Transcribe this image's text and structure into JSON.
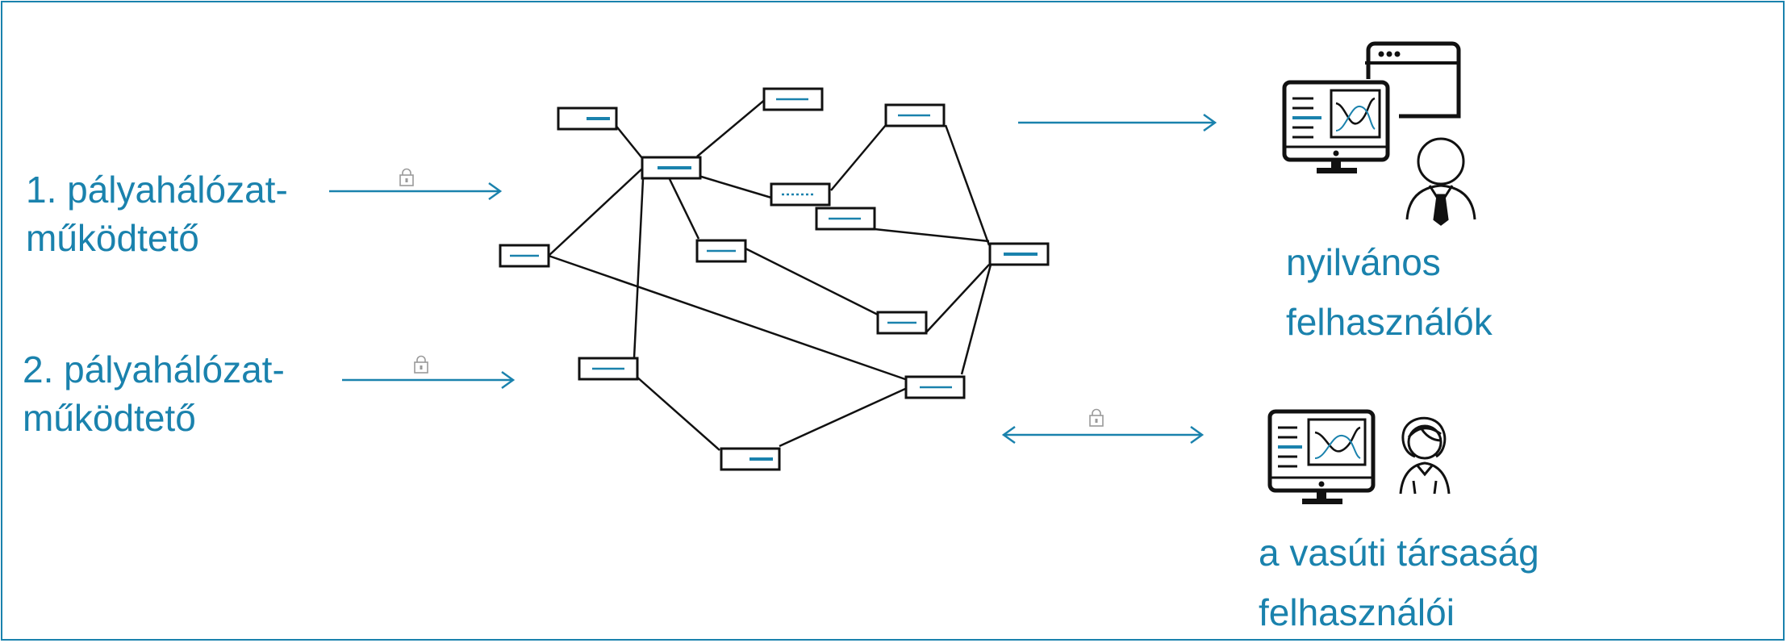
{
  "colors": {
    "accent": "#1a82ad",
    "line": "#111111",
    "lock": "#9a9a9a"
  },
  "left": {
    "operator1": {
      "line1": "1. pályahálózat-",
      "line2": "működtető"
    },
    "operator2": {
      "line1": "2. pályahálózat-",
      "line2": "működtető"
    }
  },
  "right": {
    "public_users": {
      "line1": "nyilvános",
      "line2": "felhasználók"
    },
    "railway_users": {
      "line1": "a vasúti társaság",
      "line2": "felhasználói"
    }
  },
  "icons": [
    "lock-icon",
    "arrow-right-icon",
    "arrow-both-icon",
    "monitor-icon",
    "browser-window-icon",
    "businessman-icon",
    "woman-user-icon"
  ]
}
